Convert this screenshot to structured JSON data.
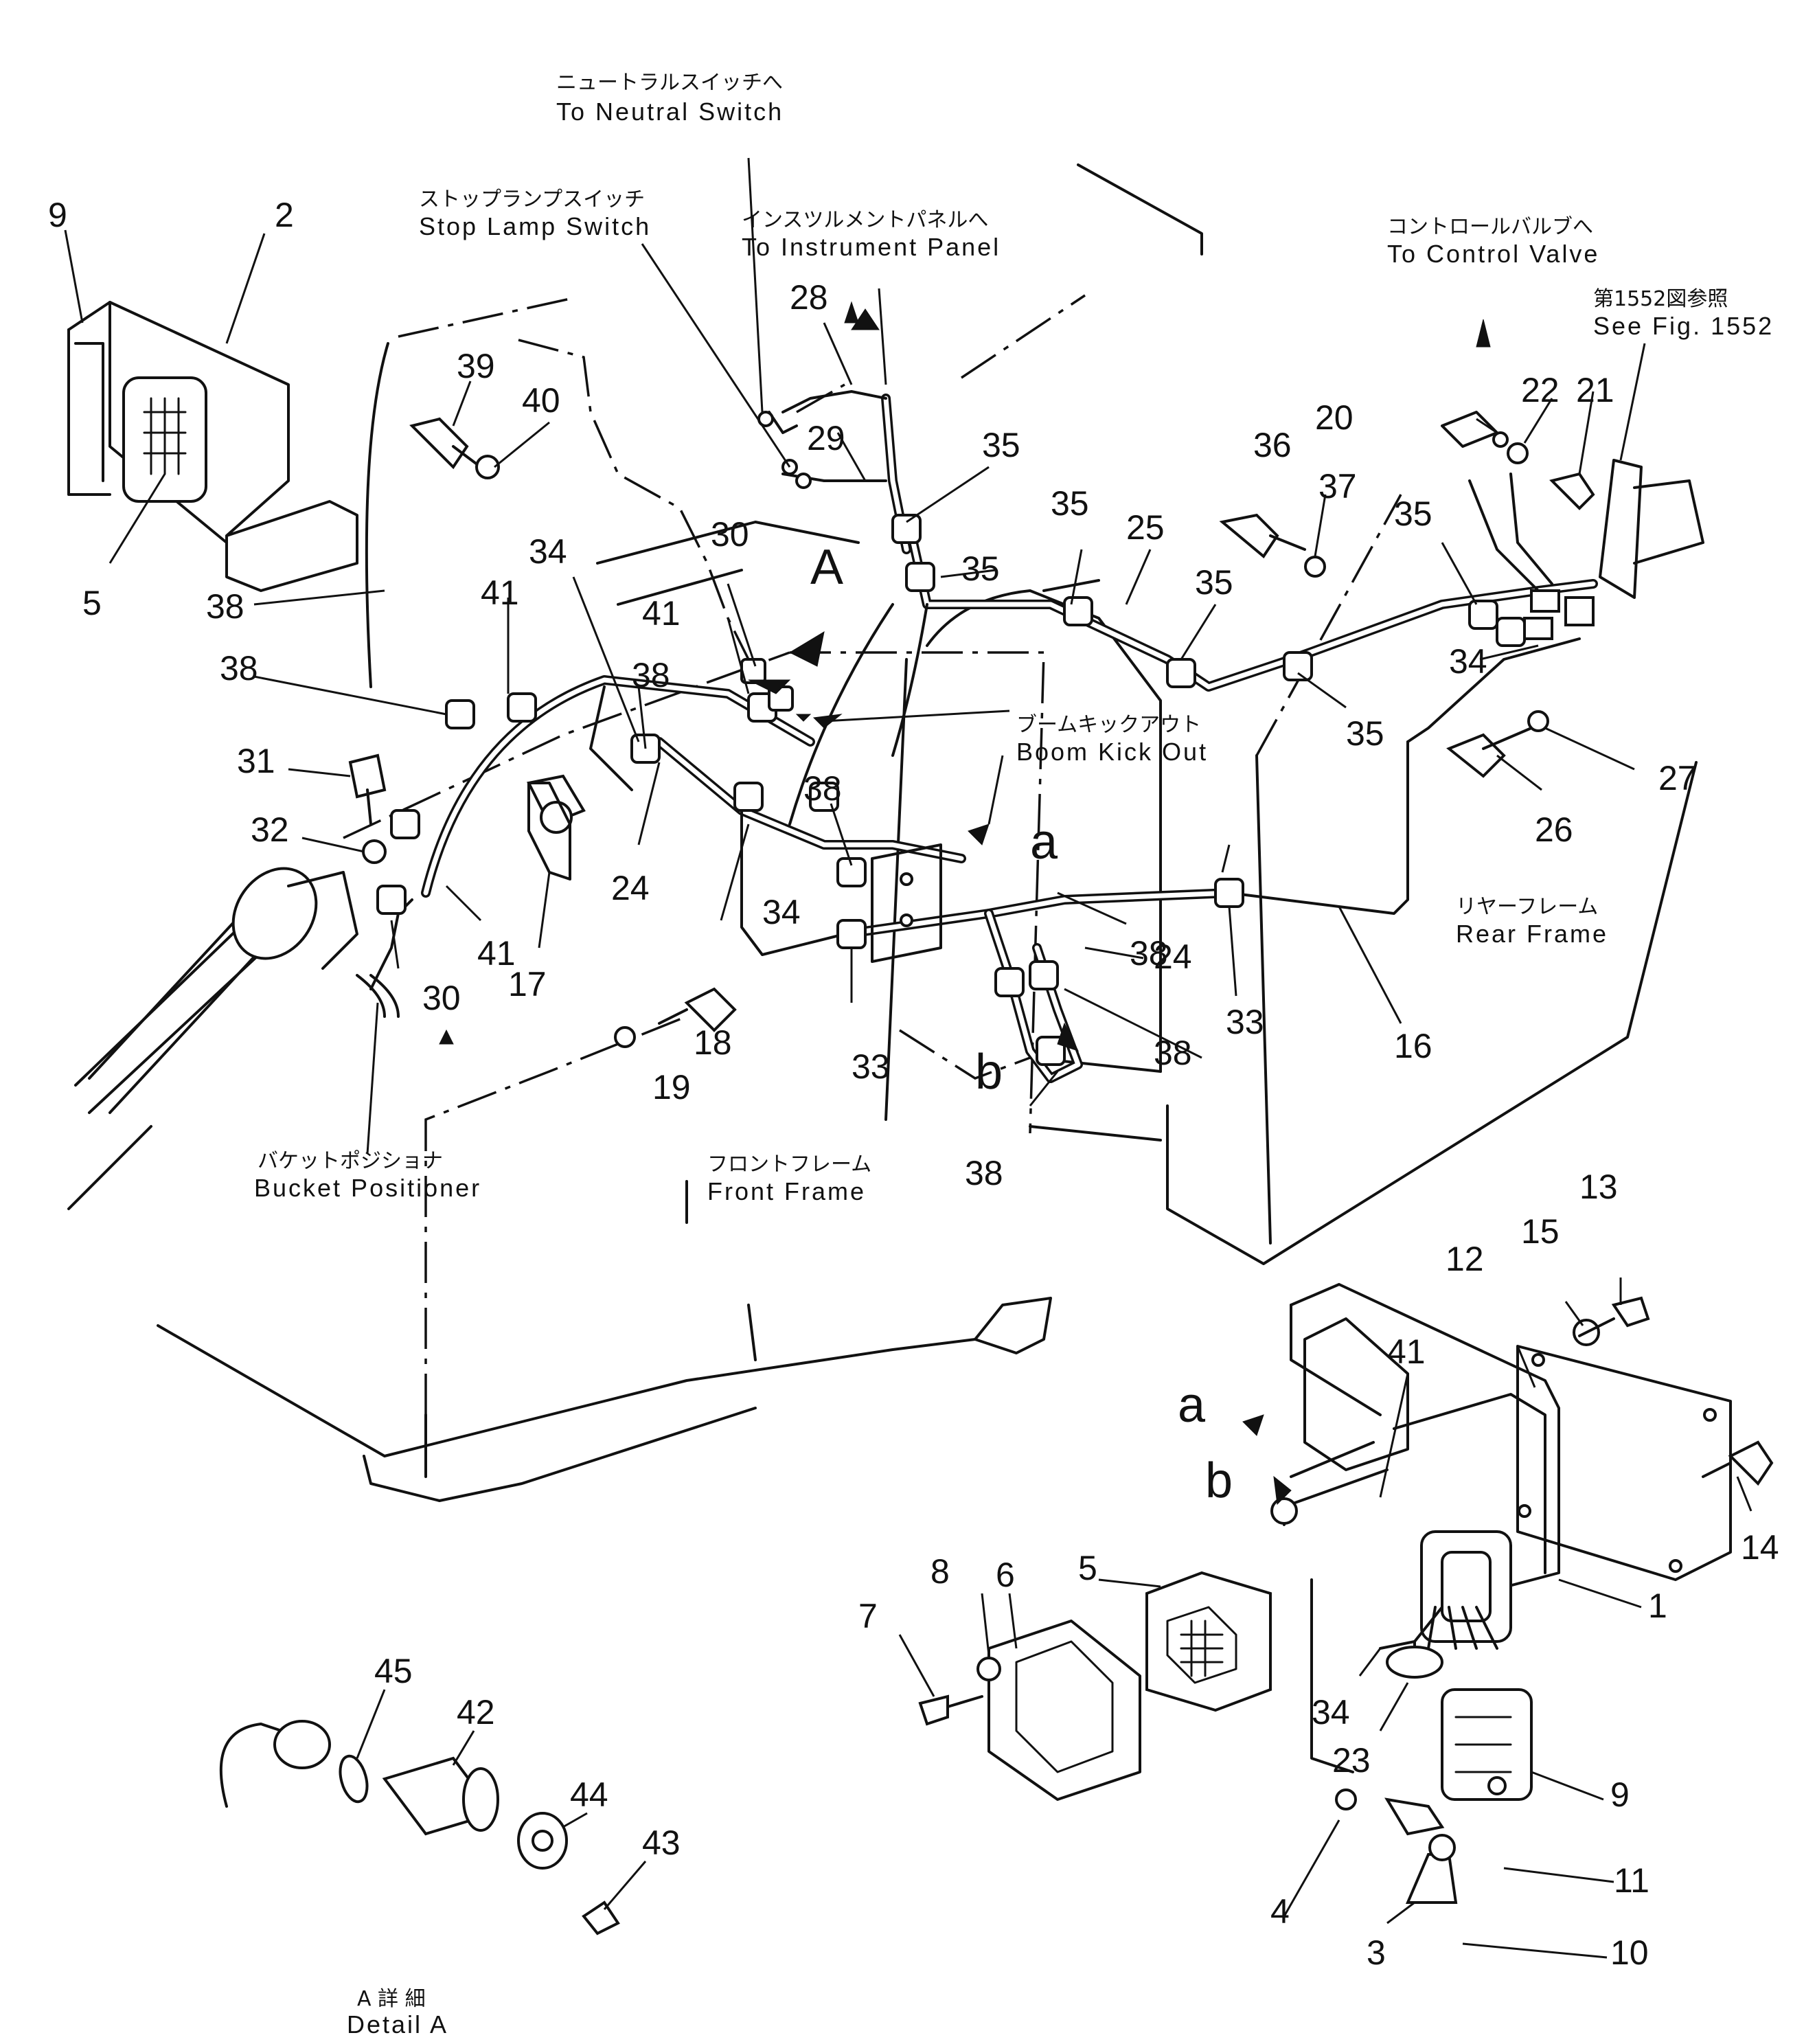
{
  "callouts": {
    "neutral_switch": {
      "jp": "ニュートラルスイッチへ",
      "en": "To Neutral Switch"
    },
    "stop_lamp_switch": {
      "jp": "ストップランプスイッチ",
      "en": "Stop Lamp Switch"
    },
    "instrument_panel": {
      "jp": "インスツルメントパネルへ",
      "en": "To Instrument Panel"
    },
    "control_valve": {
      "jp": "コントロールバルブへ",
      "en": "To Control Valve"
    },
    "see_fig": {
      "jp": "第1552図参照",
      "en": "See Fig. 1552"
    },
    "boom_kick_out": {
      "jp": "ブームキックアウト",
      "en": "Boom Kick Out"
    },
    "rear_frame": {
      "jp": "リヤーフレーム",
      "en": "Rear Frame"
    },
    "front_frame": {
      "jp": "フロントフレーム",
      "en": "Front Frame"
    },
    "bucket_positioner": {
      "jp": "バケットポジショナ",
      "en": "Bucket Positioner"
    },
    "detail_a": {
      "jp": "A 詳 細",
      "en": "Detail A"
    }
  },
  "view_letters": {
    "A": "A",
    "a": "a",
    "b": "b"
  },
  "part_numbers": {
    "p1": "1",
    "p2": "2",
    "p3": "3",
    "p4": "4",
    "p5": "5",
    "p6": "6",
    "p7": "7",
    "p8": "8",
    "p9": "9",
    "p10": "10",
    "p11": "11",
    "p12": "12",
    "p13": "13",
    "p14": "14",
    "p15": "15",
    "p16": "16",
    "p17": "17",
    "p18": "18",
    "p19": "19",
    "p20": "20",
    "p21": "21",
    "p22": "22",
    "p23": "23",
    "p24": "24",
    "p25": "25",
    "p26": "26",
    "p27": "27",
    "p28": "28",
    "p29": "29",
    "p30": "30",
    "p31": "31",
    "p32": "32",
    "p33": "33",
    "p34": "34",
    "p35": "35",
    "p36": "36",
    "p37": "37",
    "p38": "38",
    "p39": "39",
    "p40": "40",
    "p41": "41",
    "p42": "42",
    "p43": "43",
    "p44": "44",
    "p45": "45"
  }
}
